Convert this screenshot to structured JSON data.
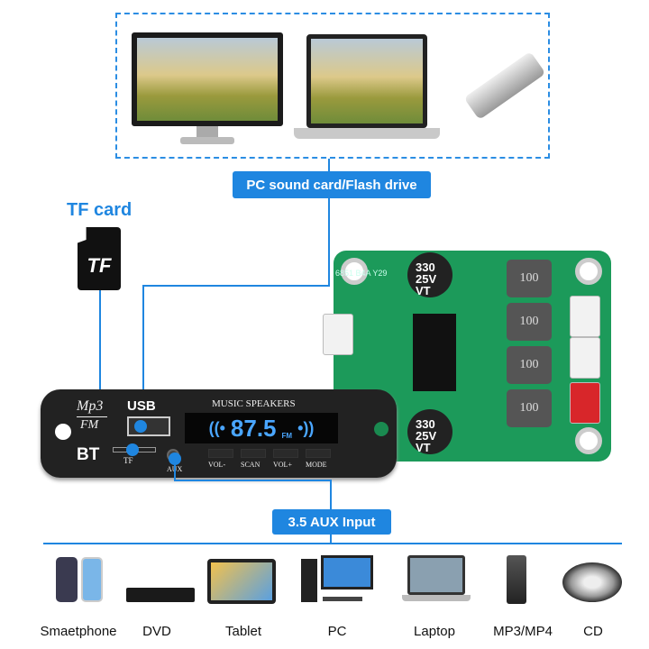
{
  "labels": {
    "pc_flash": "PC sound card/Flash drive",
    "tf_card": "TF card",
    "tf_icon_text": "TF",
    "aux_input": "3.5 AUX Input"
  },
  "module": {
    "logo_top": "Mp3",
    "logo_bottom": "FM",
    "usb": "USB",
    "bt": "BT",
    "tf": "TF",
    "aux": "AUX",
    "title": "MUSIC SPEAKERS",
    "display": "87.5",
    "band": "FM",
    "buttons": [
      "VOL-",
      "SCAN",
      "VOL+",
      "MODE"
    ]
  },
  "board": {
    "capacitor": [
      "330",
      "25V",
      "VT"
    ],
    "inductor": "100",
    "silk": "6851 B4A Y29"
  },
  "devices": [
    "Smaetphone",
    "DVD",
    "Tablet",
    "PC",
    "Laptop",
    "MP3/MP4",
    "CD"
  ],
  "colors": {
    "accent": "#1f86e0",
    "pcb": "#1c9a5a"
  }
}
